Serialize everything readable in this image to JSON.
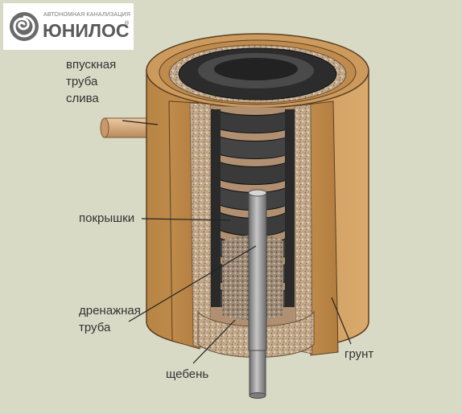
{
  "logo": {
    "tagline": "АВТОНОМНАЯ КАНАЛИЗАЦИЯ",
    "name": "ЮНИЛОС",
    "reg": "®",
    "icon": "spiral-logo-icon"
  },
  "labels": {
    "inlet": [
      "впускная",
      "труба",
      "слива"
    ],
    "tires": "покрышки",
    "drain": [
      "дренажная",
      "труба"
    ],
    "gravel": "щебень",
    "soil": "грунт"
  },
  "colors": {
    "background": "#d9dac6",
    "soil": "#c89a5a",
    "soil_shade": "#a8763c",
    "gravel": "#c2a88a",
    "tire": "#3e3e3e",
    "pipe": "#9c9c9c",
    "inlet_pipe": "#d8ae84"
  }
}
